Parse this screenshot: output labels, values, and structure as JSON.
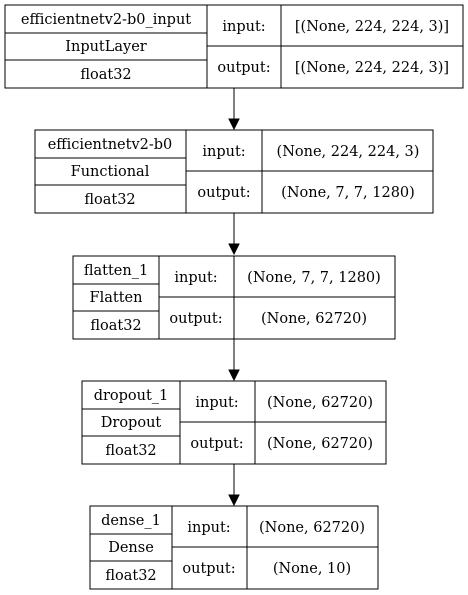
{
  "diagram": {
    "labels": {
      "input": "input:",
      "output": "output:"
    },
    "layers": [
      {
        "name": "efficientnetv2-b0_input",
        "class": "InputLayer",
        "dtype": "float32",
        "input_shape": "[(None, 224, 224, 3)]",
        "output_shape": "[(None, 224, 224, 3)]"
      },
      {
        "name": "efficientnetv2-b0",
        "class": "Functional",
        "dtype": "float32",
        "input_shape": "(None, 224, 224, 3)",
        "output_shape": "(None, 7, 7, 1280)"
      },
      {
        "name": "flatten_1",
        "class": "Flatten",
        "dtype": "float32",
        "input_shape": "(None, 7, 7, 1280)",
        "output_shape": "(None, 62720)"
      },
      {
        "name": "dropout_1",
        "class": "Dropout",
        "dtype": "float32",
        "input_shape": "(None, 62720)",
        "output_shape": "(None, 62720)"
      },
      {
        "name": "dense_1",
        "class": "Dense",
        "dtype": "float32",
        "input_shape": "(None, 62720)",
        "output_shape": "(None, 10)"
      }
    ]
  }
}
